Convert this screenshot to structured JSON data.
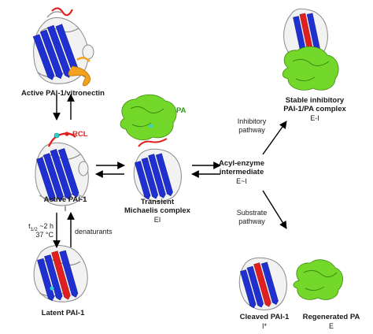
{
  "states": {
    "active_vn": {
      "name": "Active PAI-1/vitronectin"
    },
    "active": {
      "name": "Active PAI-1",
      "code": "I"
    },
    "latent": {
      "name": "Latent PAI-1"
    },
    "michaelis": {
      "line1": "Transient",
      "line2": "Michaelis complex",
      "code": "EI"
    },
    "acyl": {
      "line1": "Acyl-enzyme",
      "line2": "intermediate",
      "code": "E~I"
    },
    "stable": {
      "line1": "Stable inhibitory",
      "line2": "PAI-1/PA complex",
      "code": "E-I"
    },
    "cleaved": {
      "name": "Cleaved PAI-1",
      "code": "I*"
    },
    "regenerated": {
      "name": "Regenerated PA",
      "code": "E"
    }
  },
  "labels": {
    "rcl": "RCL",
    "pa": "PA",
    "inhibitory_pathway": [
      "Inhibitory",
      "pathway"
    ],
    "substrate_pathway": [
      "Substrate",
      "pathway"
    ],
    "half_life": "t1/2 ~2 h",
    "temperature": "37 °C",
    "denaturants": "denaturants"
  },
  "colors": {
    "beta_sheet": "#1f2fd0",
    "rcl": "#e02020",
    "protease": "#6ed61e",
    "vitronectin": "#f0a020",
    "coil": "#9a9a9a",
    "arrow": "#000000"
  }
}
